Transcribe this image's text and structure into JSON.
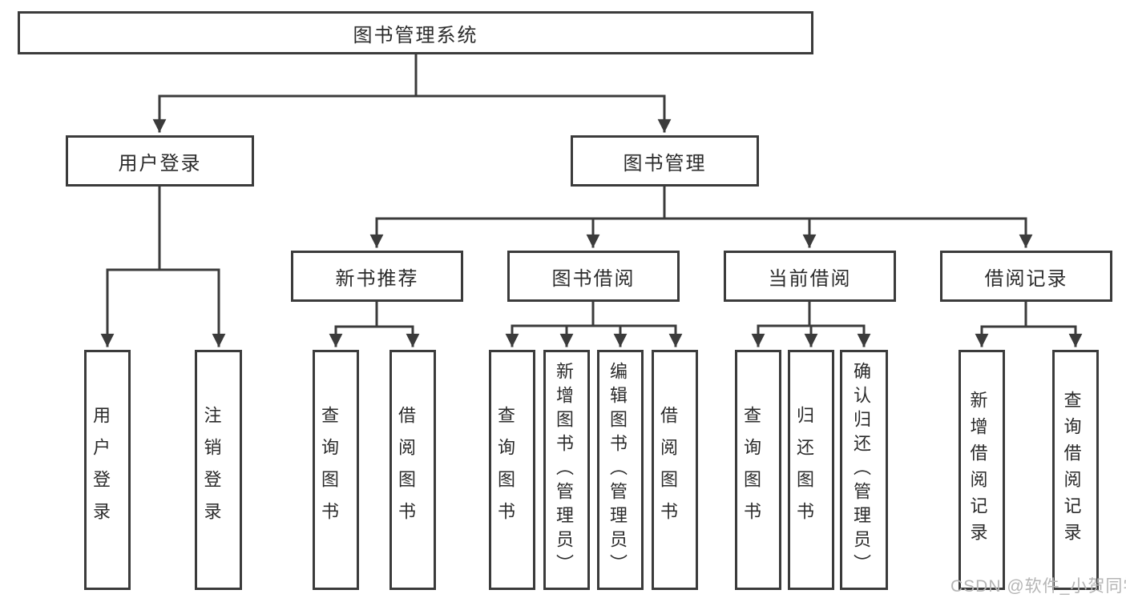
{
  "page": {
    "background_color": "#ffffff",
    "line_color": "#3b3b3b",
    "text_color": "#2b2b2b"
  },
  "watermark": {
    "text": "CSDN @软件_小贺同学",
    "color": "#b5b5b5"
  },
  "nodes": {
    "root": {
      "label": "图书管理系统"
    },
    "user_login": {
      "label": "用户登录"
    },
    "book_mgmt": {
      "label": "图书管理"
    },
    "new_book_recommend": {
      "label": "新书推荐"
    },
    "book_borrow": {
      "label": "图书借阅"
    },
    "current_borrow": {
      "label": "当前借阅"
    },
    "borrow_record": {
      "label": "借阅记录"
    },
    "leaf_user_login": {
      "label": "用户登录"
    },
    "leaf_logout": {
      "label": "注销登录"
    },
    "leaf_query_book_recommend": {
      "label": "查询图书"
    },
    "leaf_borrow_book_recommend": {
      "label": "借阅图书"
    },
    "leaf_query_book_borrow": {
      "label": "查询图书"
    },
    "leaf_add_book": {
      "label": "新增图书（管理员）"
    },
    "leaf_edit_book": {
      "label": "编辑图书（管理员）"
    },
    "leaf_borrow_book_borrow": {
      "label": "借阅图书"
    },
    "leaf_query_book_current": {
      "label": "查询图书"
    },
    "leaf_return_book": {
      "label": "归还图书"
    },
    "leaf_confirm_return": {
      "label": "确认归还（管理员）"
    },
    "leaf_add_record": {
      "label": "新增借阅记录"
    },
    "leaf_query_record": {
      "label": "查询借阅记录"
    }
  },
  "hierarchy": [
    {
      "parent": "图书管理系统",
      "children": [
        "用户登录",
        "图书管理"
      ]
    },
    {
      "parent": "用户登录",
      "children": [
        "用户登录",
        "注销登录"
      ]
    },
    {
      "parent": "图书管理",
      "children": [
        "新书推荐",
        "图书借阅",
        "当前借阅",
        "借阅记录"
      ]
    },
    {
      "parent": "新书推荐",
      "children": [
        "查询图书",
        "借阅图书"
      ]
    },
    {
      "parent": "图书借阅",
      "children": [
        "查询图书",
        "新增图书（管理员）",
        "编辑图书（管理员）",
        "借阅图书"
      ]
    },
    {
      "parent": "当前借阅",
      "children": [
        "查询图书",
        "归还图书",
        "确认归还（管理员）"
      ]
    },
    {
      "parent": "借阅记录",
      "children": [
        "新增借阅记录",
        "查询借阅记录"
      ]
    }
  ]
}
